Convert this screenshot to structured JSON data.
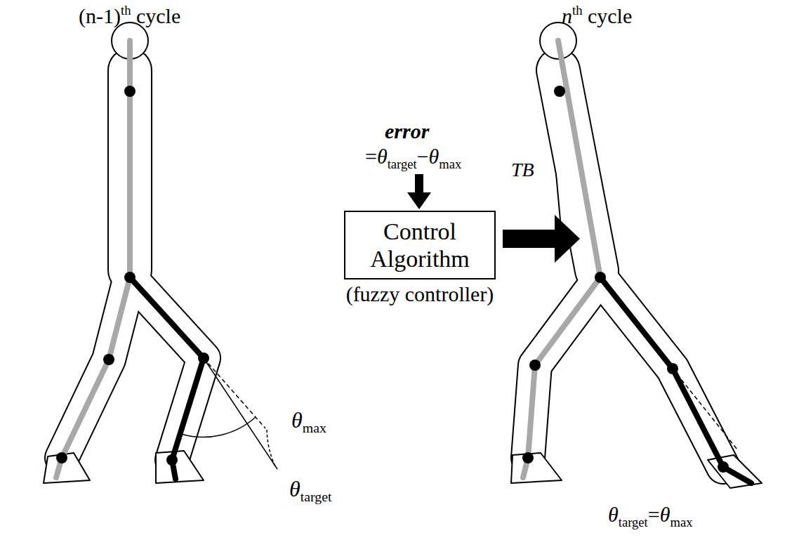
{
  "diagram": {
    "nodes": [
      {
        "text": [
          "Control Algorithm",
          "(fuzzy controller)"
        ]
      }
    ],
    "labels": [
      "(n-1)",
      "th",
      "cycle",
      "n",
      "th",
      "cycle",
      "error",
      "=",
      "θ",
      "target",
      "−",
      "θ",
      "max",
      "TB",
      "θ",
      "max",
      "θ",
      "target",
      "θ",
      "target",
      "=",
      "θ",
      "max"
    ]
  }
}
